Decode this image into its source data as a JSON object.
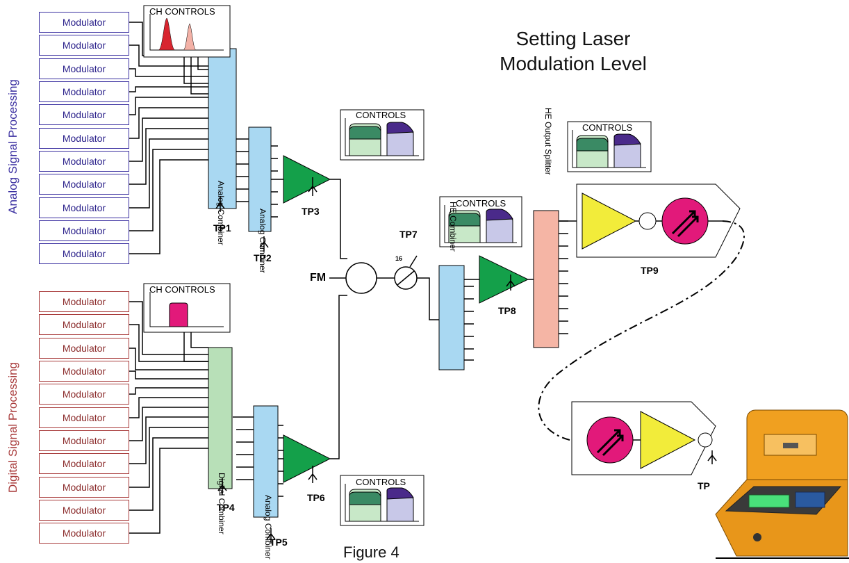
{
  "title": {
    "line1": "Setting Laser",
    "line2": "Modulation Level"
  },
  "figure_caption": "Figure 4",
  "sections": {
    "analog": "Analog Signal Processing",
    "digital": "Digital Signal Processing"
  },
  "modulator_label": "Modulator",
  "modulators": {
    "analog": [
      "Modulator",
      "Modulator",
      "Modulator",
      "Modulator",
      "Modulator",
      "Modulator",
      "Modulator",
      "Modulator",
      "Modulator",
      "Modulator",
      "Modulator"
    ],
    "digital": [
      "Modulator",
      "Modulator",
      "Modulator",
      "Modulator",
      "Modulator",
      "Modulator",
      "Modulator",
      "Modulator",
      "Modulator",
      "Modulator",
      "Modulator"
    ]
  },
  "controls": {
    "ch_analog": "CH CONTROLS",
    "ch_digital": "CH CONTROLS",
    "amp1": "CONTROLS",
    "amp2": "CONTROLS",
    "amp3": "CONTROLS",
    "amp4": "CONTROLS"
  },
  "test_points": {
    "tp1": "TP1",
    "tp2": "TP2",
    "tp3": "TP3",
    "tp4": "TP4",
    "tp5": "TP5",
    "tp6": "TP6",
    "tp7": "TP7",
    "tp8": "TP8",
    "tp9": "TP9",
    "tp10": "TP"
  },
  "signal_labels": {
    "fm": "FM",
    "coupler_value": "16"
  },
  "combiner_labels": {
    "analog_combiner_1": "Analog Combiner",
    "analog_combiner_2": "Analog Combiner",
    "digital_combiner_1": "Digital Combiner",
    "digital_combiner_2": "Analog Combiner",
    "headend_combiner": "HE Combiner",
    "output_splitter": "HE Output Splitter"
  },
  "colors": {
    "analog_text": "#3a2fa0",
    "digital_text": "#a83a3a",
    "combiner_blue": "#a9d8f2",
    "combiner_green": "#b8e0b8",
    "splitter_pink": "#f5b5a5",
    "amplifier_green": "#14a04a",
    "amplifier_yellow": "#f2ec3a",
    "laser_magenta": "#e2197a"
  }
}
